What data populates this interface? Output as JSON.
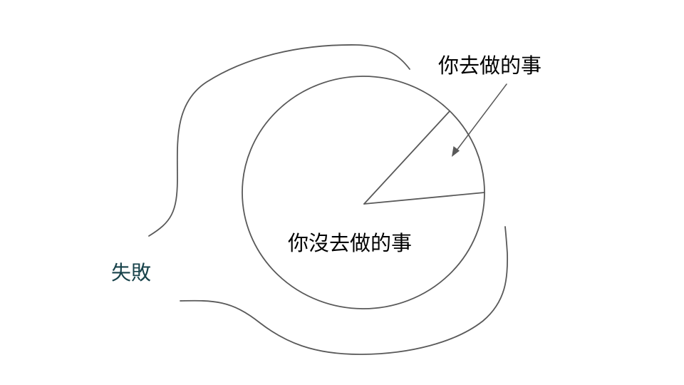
{
  "labels": {
    "done": "你去做的事",
    "not_done": "你沒去做的事",
    "failure": "失敗"
  },
  "colors": {
    "stroke": "#595959",
    "text": "#000000",
    "failure_text": "#17424a",
    "background": "#ffffff"
  }
}
